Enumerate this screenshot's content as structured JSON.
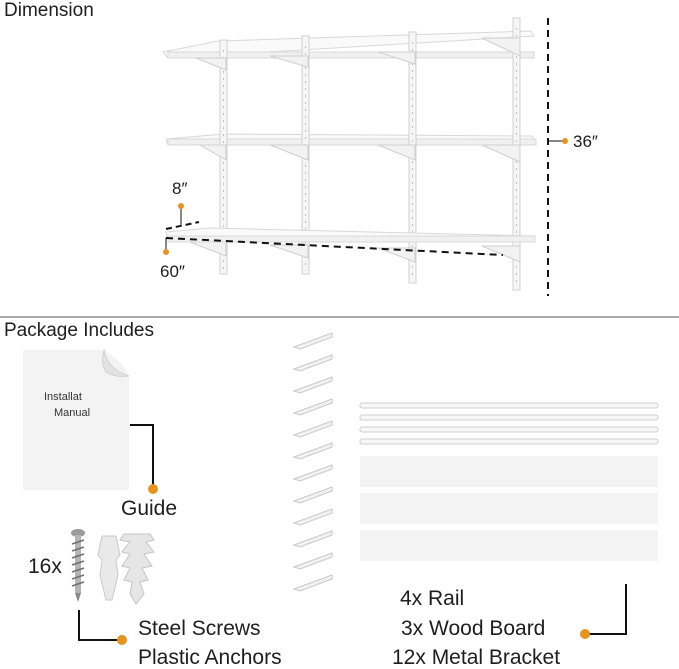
{
  "dimension": {
    "title": "Dimension",
    "height_label": "36″",
    "depth_label": "8″",
    "width_label": "60″"
  },
  "package": {
    "title": "Package Includes",
    "manual_text_line1": "Installat",
    "manual_text_line2": "Manual",
    "guide_label": "Guide",
    "screws_qty": "16x",
    "screws_label": "Steel Screws",
    "anchors_label": "Plastic Anchors",
    "rail_label": "4x Rail",
    "board_label": "3x Wood Board",
    "bracket_label": "12x Metal Bracket"
  },
  "colors": {
    "accent": "#e8931e",
    "text": "#1e1e1e",
    "divider": "#555555",
    "panel": "#f3f3f3"
  }
}
